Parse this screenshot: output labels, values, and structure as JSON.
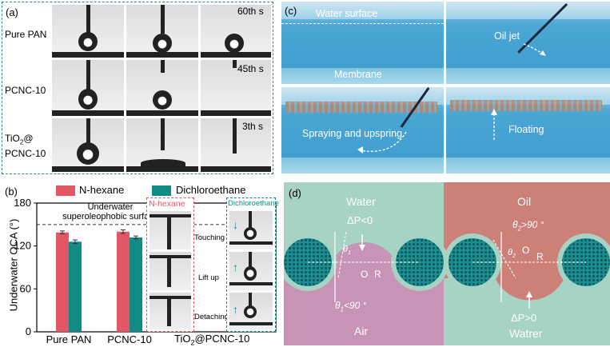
{
  "panel_a": {
    "letter": "(a)",
    "rows": [
      {
        "label": "Pure PAN",
        "time": "60th s"
      },
      {
        "label": "PCNC-10",
        "time": "45th s"
      },
      {
        "label_line1": "TiO",
        "label_sub": "2",
        "label_at": "@",
        "label_line2": "PCNC-10",
        "time": "3th s"
      }
    ]
  },
  "panel_b": {
    "letter": "(b)",
    "legend": [
      "N-hexane",
      "Dichloroethane"
    ],
    "annotation_line1": "Underwater",
    "annotation_line2": "superoleophobic surface",
    "inset_left_title": "N-hexane",
    "inset_right_title": "Dichloroethane",
    "inset_steps": [
      "Touching",
      "Lift up",
      "Detaching"
    ],
    "xlabel_tio2": "TiO",
    "xlabel_tio2_sub": "2",
    "xlabel_tio2_rest": "@PCNC-10"
  },
  "chart_data": {
    "type": "bar",
    "categories": [
      "Pure PAN",
      "PCNC-10"
    ],
    "series": [
      {
        "name": "N-hexane",
        "values": [
          139,
          140
        ],
        "errors": [
          2,
          2.5
        ],
        "color": "#e25665"
      },
      {
        "name": "Dichloroethane",
        "values": [
          126,
          132
        ],
        "errors": [
          2.5,
          2
        ],
        "color": "#108b85"
      }
    ],
    "ylabel": "Underwater OCA (°)",
    "ylim": [
      0,
      180
    ],
    "yticks": [
      0,
      60,
      120,
      180
    ],
    "threshold": 150,
    "threshold_style": "dashed"
  },
  "panel_c": {
    "letter": "(c)",
    "labels": {
      "water_surface": "Water surface",
      "membrane": "Membrane",
      "oil_jet": "Oil jet",
      "spraying": "Spraying and upspring",
      "floating": "Floating"
    }
  },
  "panel_d": {
    "letter": "(d)",
    "left": {
      "top": "Water",
      "pressure": "ΔP<0",
      "theta": "θ",
      "theta_sub": "1",
      "angle_cond": "<90 °",
      "O": "O",
      "R": "R",
      "bottom": "Air"
    },
    "right": {
      "top": "Oil",
      "theta": "θ",
      "theta_sub": "2",
      "angle_cond": ">90 °",
      "O": "O",
      "R": "R",
      "pressure": "ΔP>0",
      "bottom": "Watrer"
    },
    "colors": {
      "green": "#a6d3c4",
      "pink": "#c894b6",
      "salmon": "#cd8077",
      "teal": "#1d8f92"
    }
  }
}
